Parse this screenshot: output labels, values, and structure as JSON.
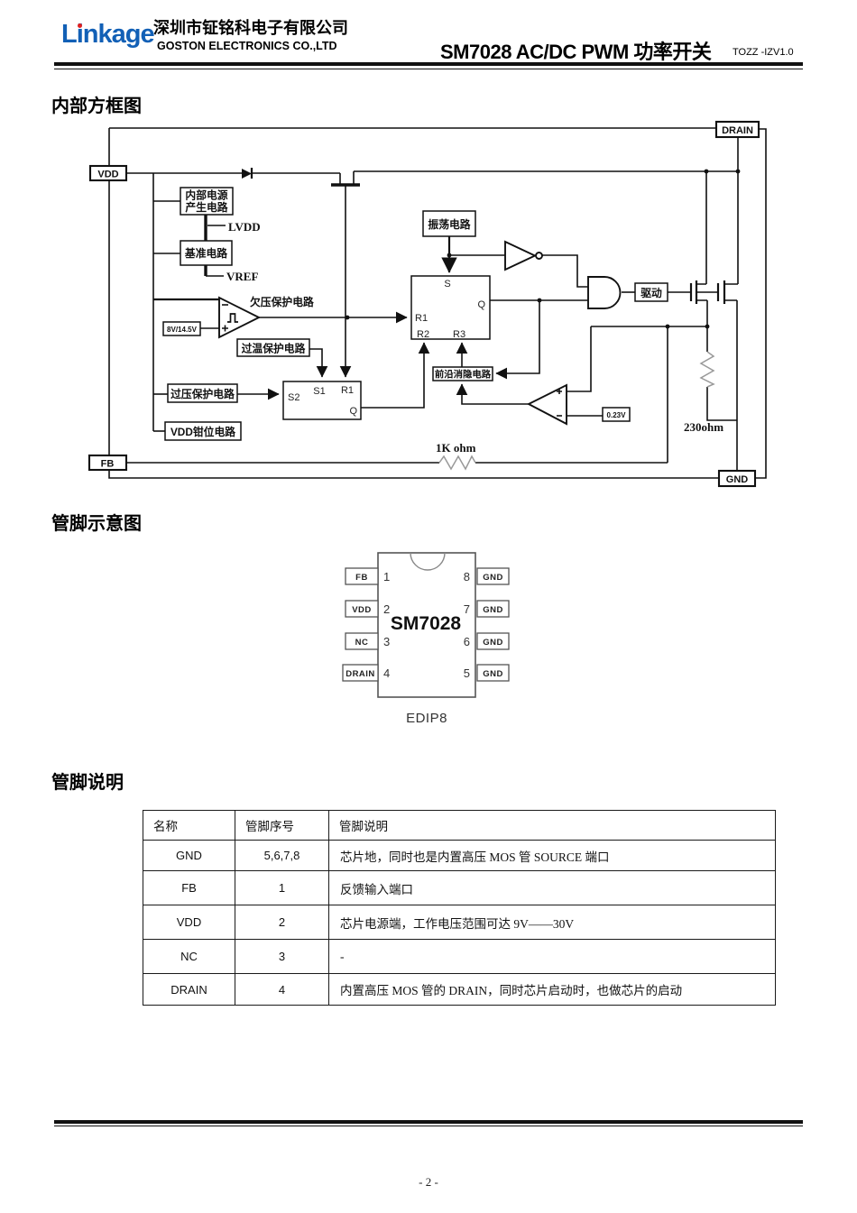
{
  "header": {
    "logo": "Linkage",
    "company_cn": "深圳市钲铭科电子有限公司",
    "company_en": "GOSTON ELECTRONICS CO.,LTD",
    "title": "SM7028 AC/DC PWM 功率开关",
    "version": "TOZZ -IZV1.0"
  },
  "sections": {
    "block_diagram": "内部方框图",
    "pinout": "管脚示意图",
    "pin_description": "管脚说明"
  },
  "diagram": {
    "ports": {
      "vdd": "VDD",
      "fb": "FB",
      "drain": "DRAIN",
      "gnd": "GND"
    },
    "blocks": {
      "internal_power_1": "内部电源",
      "internal_power_2": "产生电路",
      "reference": "基准电路",
      "lvdd": "LVDD",
      "vref": "VREF",
      "uvlo": "欠压保护电路",
      "uvlo_threshold": "8V/14.5V",
      "otp": "过温保护电路",
      "ovp": "过压保护电路",
      "vdd_clamp": "VDD钳位电路",
      "oscillator": "振荡电路",
      "leb": "前沿消隐电路",
      "driver": "驱动",
      "cs_ref": "0.23V",
      "r_fb": "1K ohm",
      "r_cs": "230ohm"
    },
    "latch_main": {
      "s": "S",
      "q": "Q",
      "r1": "R1",
      "r2": "R2",
      "r3": "R3"
    },
    "latch_prot": {
      "s2": "S2",
      "s1": "S1",
      "r1": "R1",
      "q": "Q"
    }
  },
  "pinout": {
    "part": "SM7028",
    "package": "EDIP8",
    "left_pins": [
      {
        "name": "FB",
        "num": "1"
      },
      {
        "name": "VDD",
        "num": "2"
      },
      {
        "name": "NC",
        "num": "3"
      },
      {
        "name": "DRAIN",
        "num": "4"
      }
    ],
    "right_pins": [
      {
        "name": "GND",
        "num": "8"
      },
      {
        "name": "GND",
        "num": "7"
      },
      {
        "name": "GND",
        "num": "6"
      },
      {
        "name": "GND",
        "num": "5"
      }
    ]
  },
  "pin_table": {
    "headers": [
      "名称",
      "管脚序号",
      "管脚说明"
    ],
    "rows": [
      {
        "name": "GND",
        "pin": "5,6,7,8",
        "desc": "芯片地，同时也是内置高压 MOS 管 SOURCE 端口"
      },
      {
        "name": "FB",
        "pin": "1",
        "desc": "反馈输入端口"
      },
      {
        "name": "VDD",
        "pin": "2",
        "desc": "芯片电源端，工作电压范围可达 9V——30V"
      },
      {
        "name": "NC",
        "pin": "3",
        "desc": "-"
      },
      {
        "name": "DRAIN",
        "pin": "4",
        "desc": "内置高压 MOS 管的 DRAIN，同时芯片启动时，也做芯片的启动"
      }
    ]
  },
  "footer": {
    "page_number": "- 2 -"
  }
}
